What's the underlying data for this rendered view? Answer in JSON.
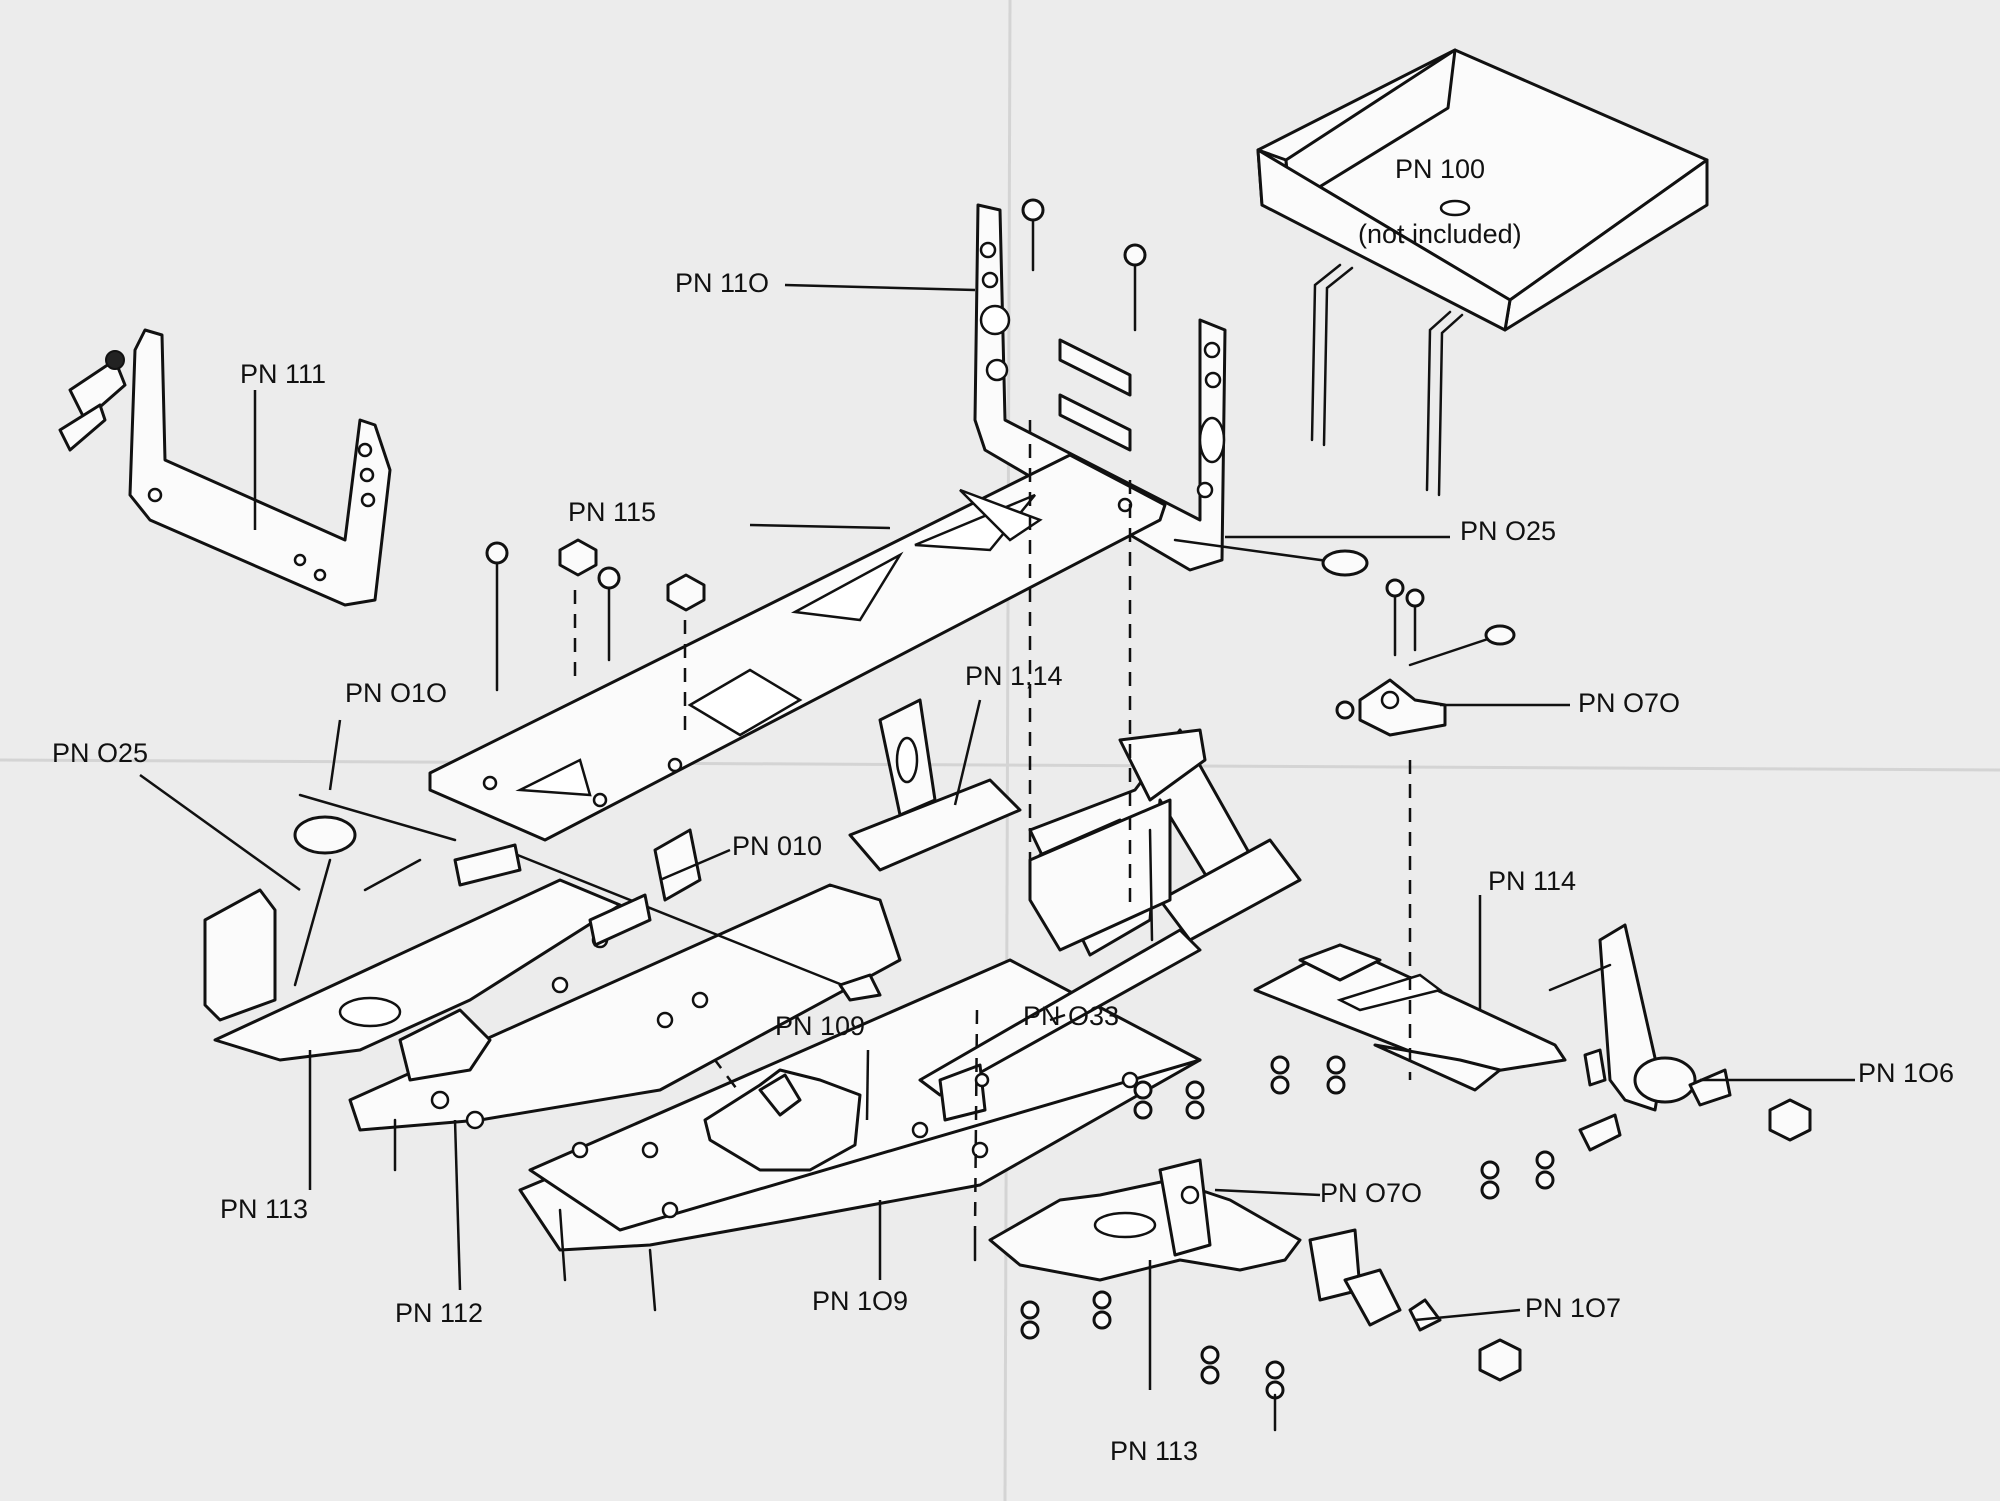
{
  "diagram": {
    "parts": {
      "pn100": "PN  100",
      "not_included": "(not included)",
      "pn110": "PN 11O",
      "pn111": "PN  111",
      "pn115": "PN 115",
      "pn025_top": "PN  O25",
      "pn010_left": "PN O1O",
      "pn025_left": "PN O25",
      "pn010_mid": "PN 010",
      "pn114_mid": "PN 1,14",
      "pn070_top": "PN O7O",
      "pn114_right": "PN 114",
      "pn106": "PN 1O6",
      "pn033": "PN O33",
      "pn109_top": "PN  109",
      "pn113_left": "PN 113",
      "pn070_bottom": "PN O7O",
      "pn107": "PN 1O7",
      "pn112": "PN 112",
      "pn109_bottom": "PN 1O9",
      "pn113_bottom": "PN 113"
    }
  }
}
